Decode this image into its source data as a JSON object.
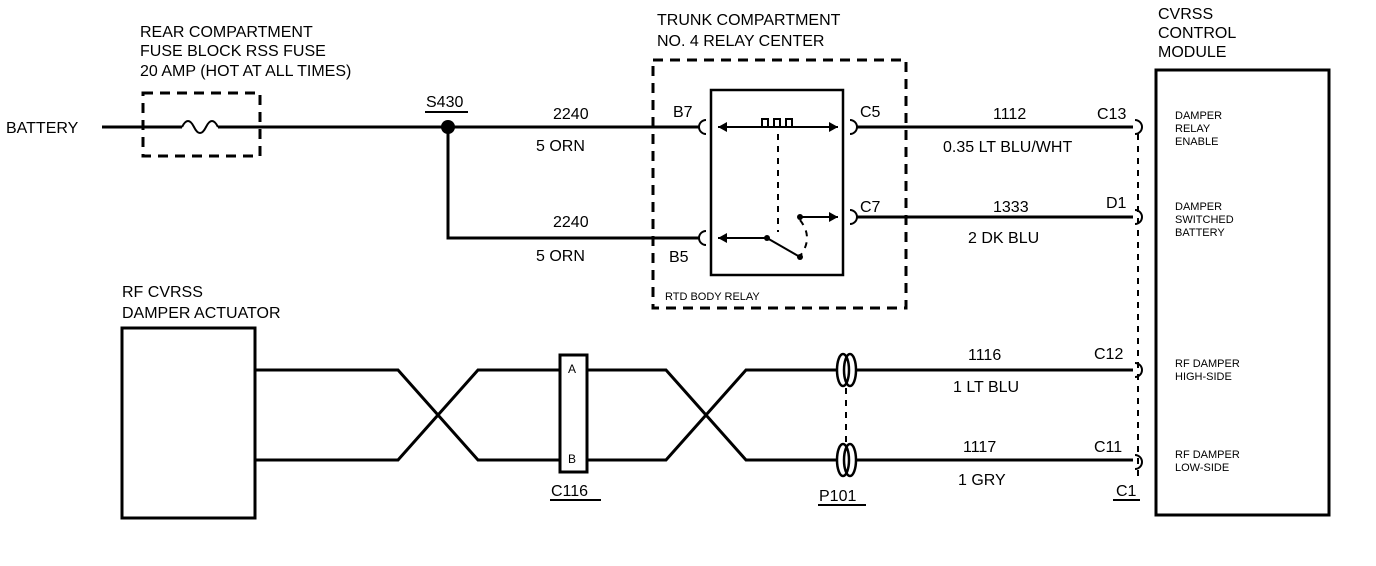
{
  "fuse_block": {
    "line1": "REAR COMPARTMENT",
    "line2": "FUSE BLOCK RSS FUSE",
    "line3": "20 AMP (HOT AT ALL TIMES)"
  },
  "battery_label": "BATTERY",
  "splice_label": "S430",
  "relay_center": {
    "line1": "TRUNK COMPARTMENT",
    "line2": "NO. 4 RELAY CENTER",
    "relay_name": "RTD BODY RELAY"
  },
  "module": {
    "line1": "CVRSS",
    "line2": "CONTROL",
    "line3": "MODULE"
  },
  "actuator": {
    "line1": "RF CVRSS",
    "line2": "DAMPER ACTUATOR"
  },
  "pins": {
    "b7": "B7",
    "b5": "B5",
    "c5": "C5",
    "c7": "C7",
    "c13": "C13",
    "d1": "D1",
    "c12": "C12",
    "c11": "C11",
    "c1": "C1",
    "a": "A",
    "b": "B"
  },
  "wires": {
    "w2240_top_num": "2240",
    "w2240_top_color": "5 ORN",
    "w2240_bot_num": "2240",
    "w2240_bot_color": "5 ORN",
    "w1112_num": "1112",
    "w1112_color": "0.35 LT BLU/WHT",
    "w1333_num": "1333",
    "w1333_color": "2 DK BLU",
    "w1116_num": "1116",
    "w1116_color": "1 LT BLU",
    "w1117_num": "1117",
    "w1117_color": "1 GRY"
  },
  "module_pins": {
    "damper_relay_1": "DAMPER",
    "damper_relay_2": "RELAY",
    "damper_relay_3": "ENABLE",
    "switched_1": "DAMPER",
    "switched_2": "SWITCHED",
    "switched_3": "BATTERY",
    "high_1": "RF DAMPER",
    "high_2": "HIGH-SIDE",
    "low_1": "RF DAMPER",
    "low_2": "LOW-SIDE"
  },
  "connectors": {
    "c116": "C116",
    "p101": "P101"
  }
}
